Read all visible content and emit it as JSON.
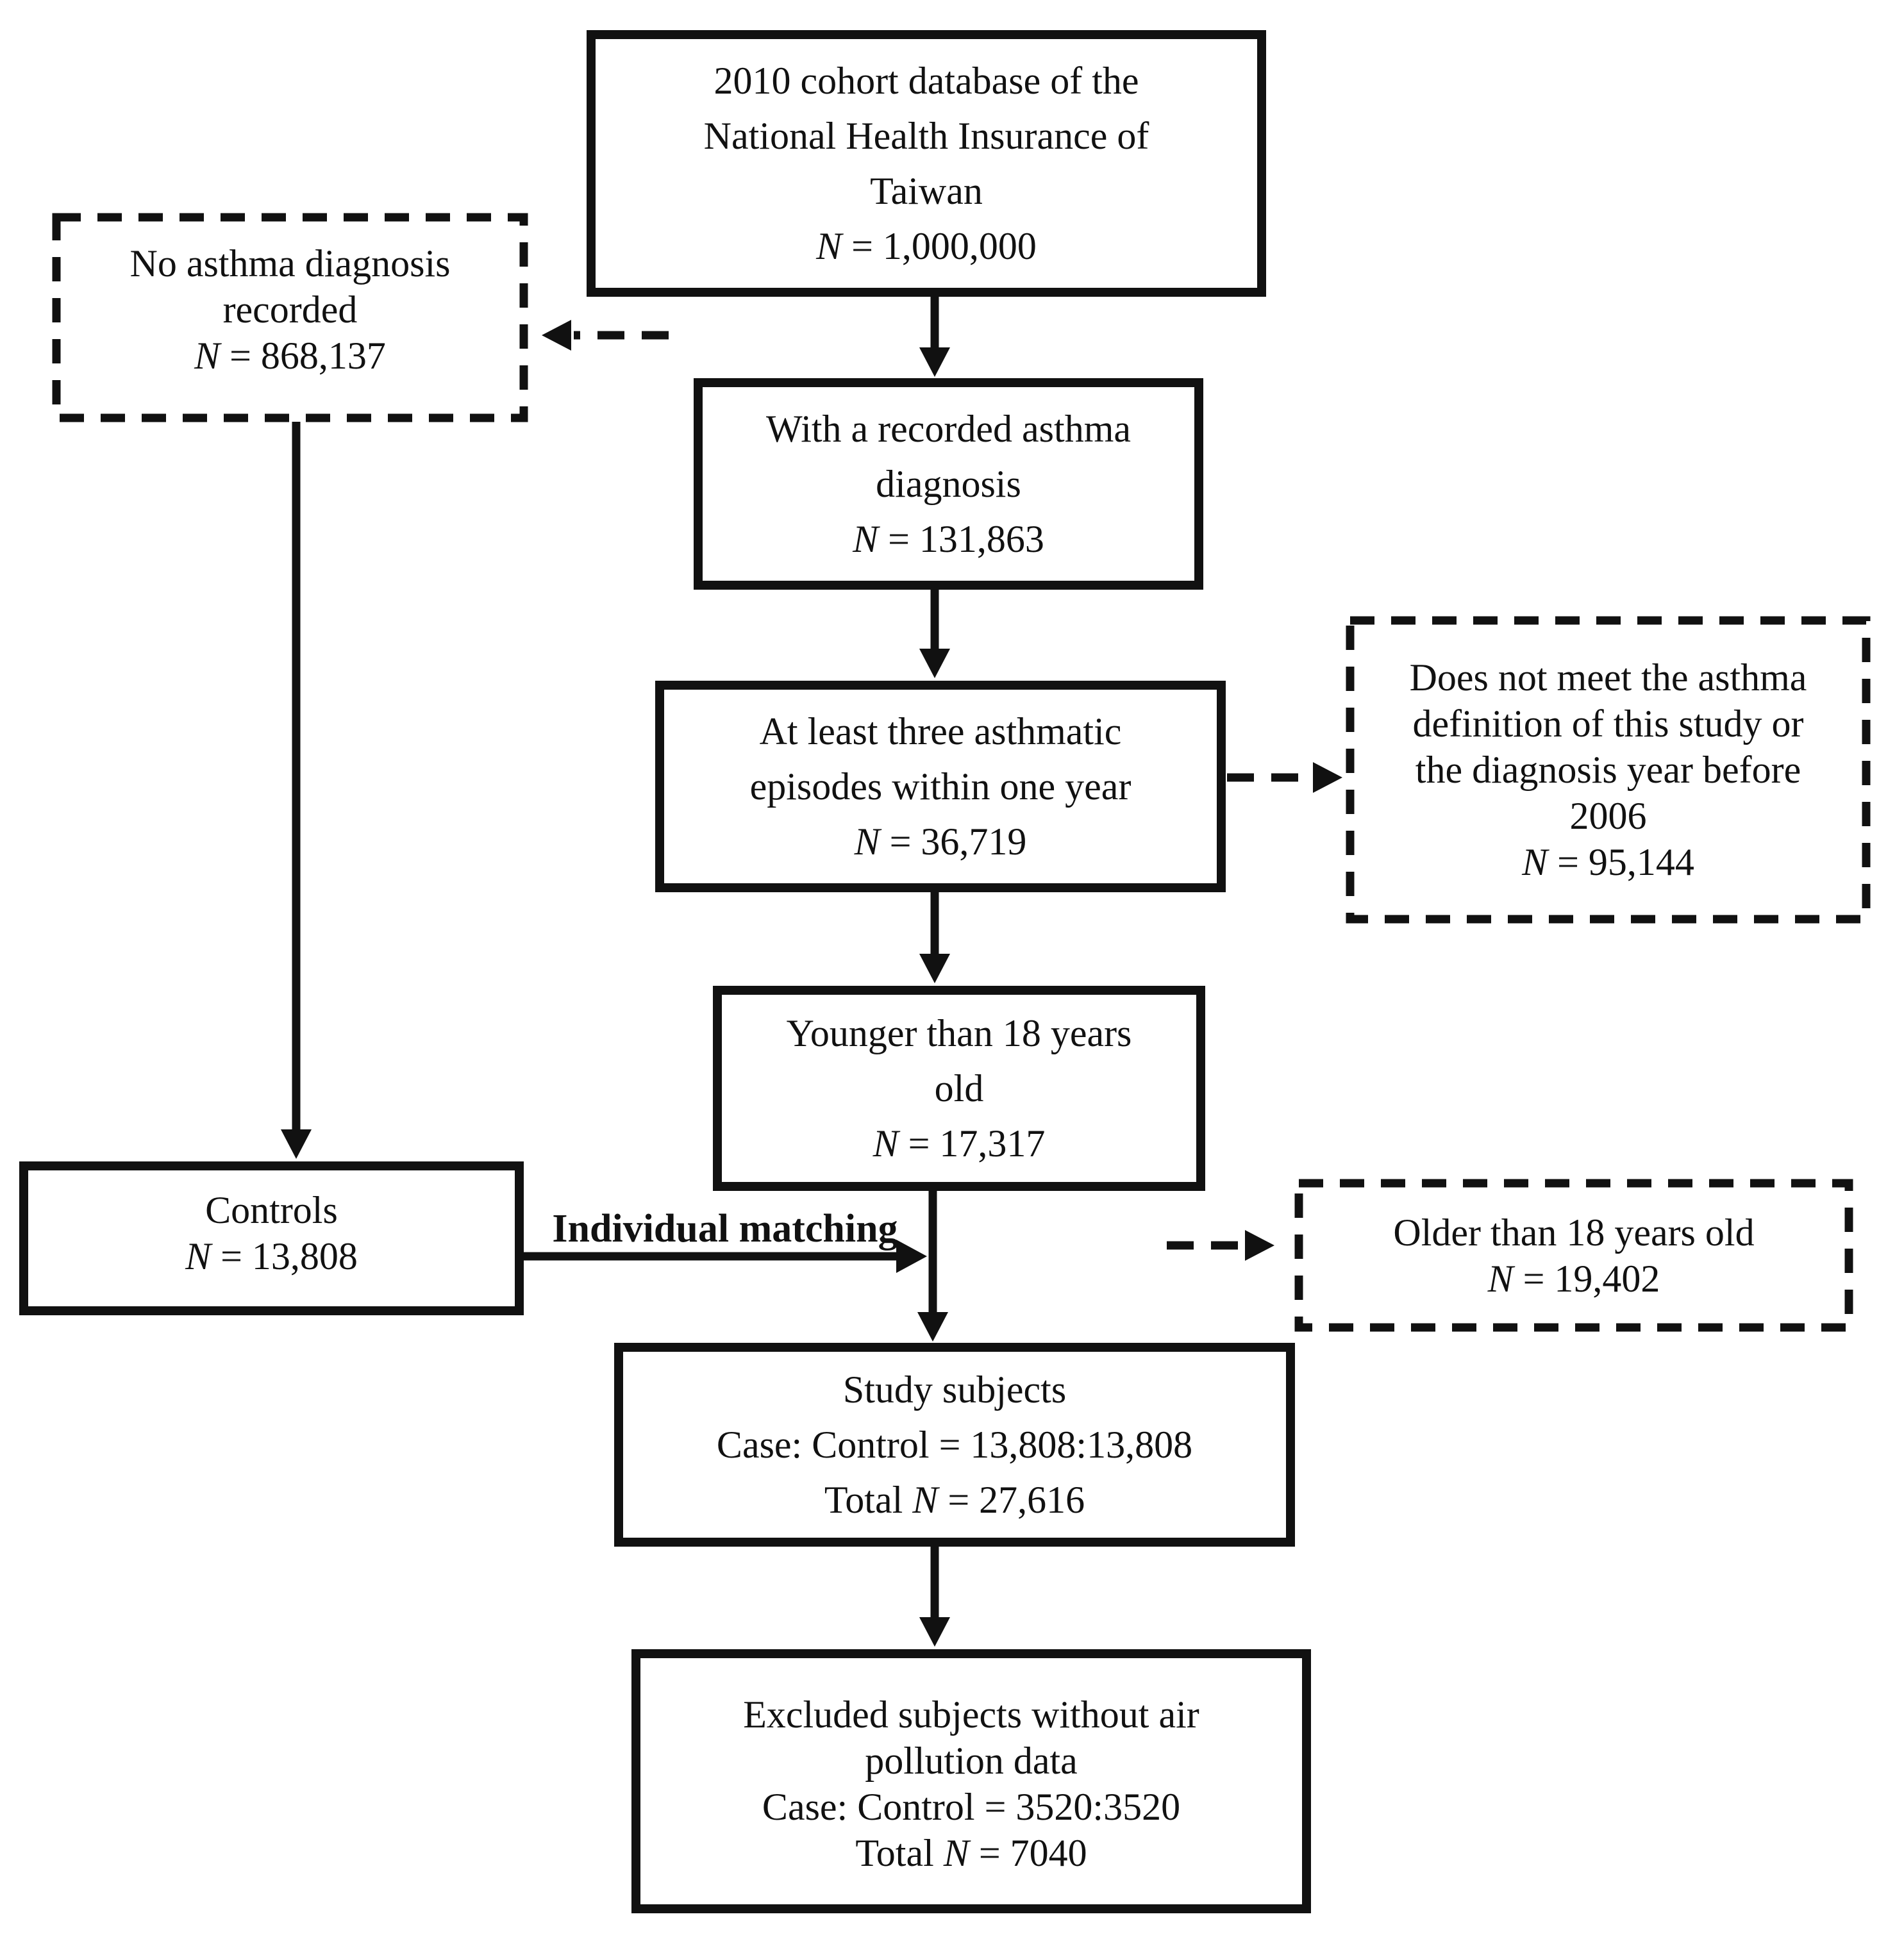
{
  "diagram": {
    "title_implicit": "Study subject selection flowchart",
    "boxes": {
      "cohort": {
        "lines": [
          "2010 cohort database of the",
          "National Health Insurance of",
          "Taiwan"
        ],
        "n_prefix": "",
        "n": "N",
        "n_rest": " = 1,000,000"
      },
      "no_asthma": {
        "lines": [
          "No asthma diagnosis",
          "recorded"
        ],
        "n_prefix": "",
        "n": "N",
        "n_rest": " = 868,137"
      },
      "recorded_dx": {
        "lines": [
          "With a recorded asthma",
          "diagnosis"
        ],
        "n_prefix": "",
        "n": "N",
        "n_rest": " = 131,863"
      },
      "episodes": {
        "lines": [
          "At least three asthmatic",
          "episodes within one year"
        ],
        "n_prefix": "",
        "n": "N",
        "n_rest": " = 36,719"
      },
      "not_meet": {
        "lines": [
          "Does not meet the asthma",
          "definition of this study or",
          "the diagnosis year before",
          "2006"
        ],
        "n_prefix": "",
        "n": "N",
        "n_rest": " = 95,144"
      },
      "younger": {
        "lines": [
          "Younger than 18 years",
          "old"
        ],
        "n_prefix": "",
        "n": "N",
        "n_rest": " = 17,317"
      },
      "controls": {
        "lines": [
          "Controls"
        ],
        "n_prefix": "",
        "n": "N",
        "n_rest": " = 13,808"
      },
      "older": {
        "lines": [
          "Older than 18 years old"
        ],
        "n_prefix": "",
        "n": "N",
        "n_rest": " = 19,402"
      },
      "study": {
        "lines": [
          "Study subjects",
          "Case: Control = 13,808:13,808"
        ],
        "n_prefix": "Total ",
        "n": "N",
        "n_rest": " = 27,616"
      },
      "excluded": {
        "lines": [
          "Excluded subjects without air",
          "pollution data",
          "Case: Control = 3520:3520"
        ],
        "n_prefix": "Total ",
        "n": "N",
        "n_rest": " = 7040"
      }
    },
    "labels": {
      "matching": "Individual matching"
    },
    "colors": {
      "ink": "#111111",
      "background": "#ffffff"
    }
  }
}
